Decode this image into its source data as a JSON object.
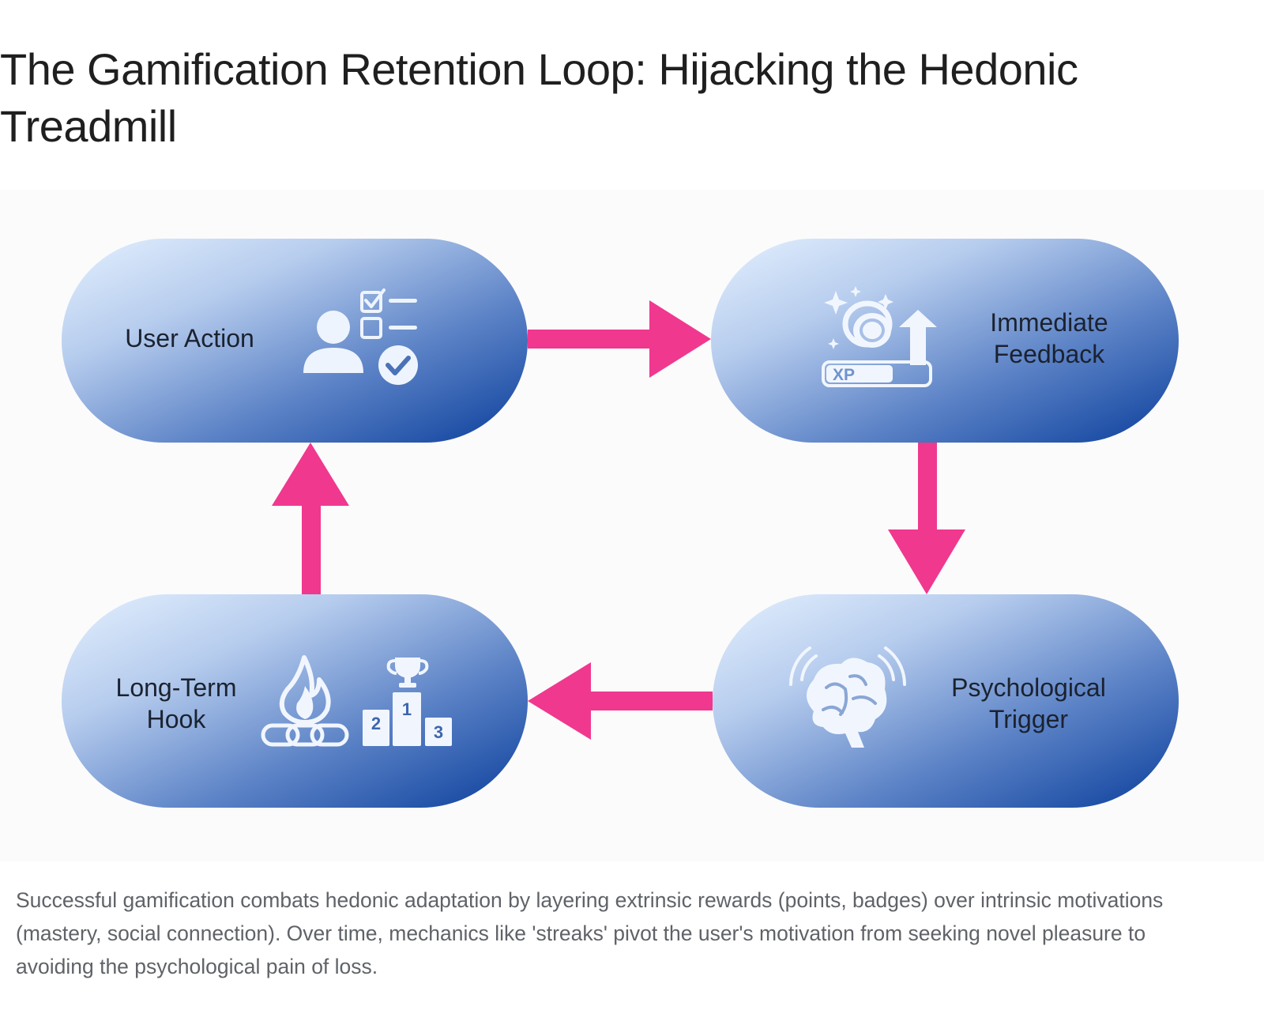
{
  "title": "The Gamification Retention Loop: Hijacking the Hedonic Treadmill",
  "nodes": {
    "user_action": {
      "label": "User Action",
      "icon": "user-checklist-icon"
    },
    "immediate_feedback": {
      "label": "Immediate\nFeedback",
      "icon": "xp-coin-icon",
      "xp_label": "XP"
    },
    "psychological_trigger": {
      "label": "Psychological\nTrigger",
      "icon": "brain-icon"
    },
    "long_term_hook": {
      "label": "Long-Term\nHook",
      "icon": "streak-podium-icon",
      "podium": [
        "1",
        "2",
        "3"
      ]
    }
  },
  "colors": {
    "arrow": "#f0388f",
    "pill_light": "#dcebfd",
    "pill_dark": "#0e449f"
  },
  "caption": "Successful gamification combats hedonic adaptation by layering extrinsic rewards (points, badges) over intrinsic motivations (mastery, social connection). Over time, mechanics like 'streaks' pivot the user's motivation from seeking novel pleasure to avoiding the psychological pain of loss."
}
